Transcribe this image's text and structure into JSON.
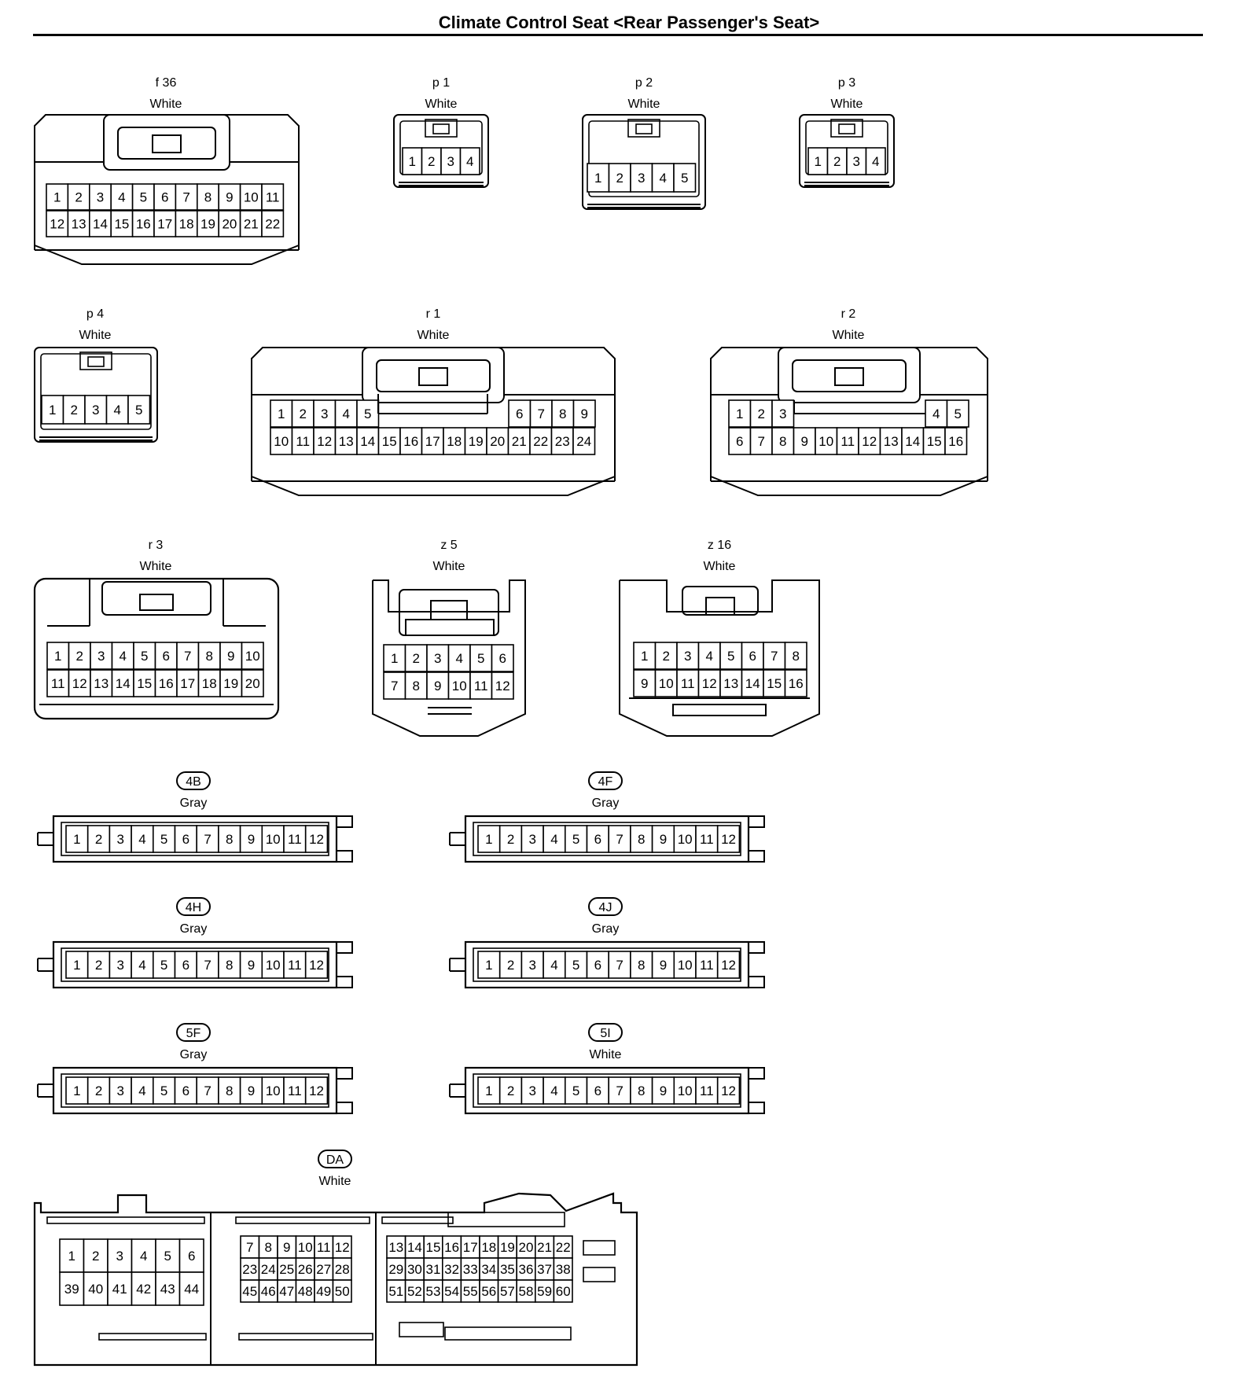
{
  "title": "Climate Control Seat <Rear Passenger's Seat>",
  "connectors": [
    {
      "id": "f36",
      "code": "f 36",
      "color": "White",
      "badge": false,
      "rows": [
        [
          "1",
          "2",
          "3",
          "4",
          "5",
          "6",
          "7",
          "8",
          "9",
          "10",
          "11"
        ],
        [
          "12",
          "13",
          "14",
          "15",
          "16",
          "17",
          "18",
          "19",
          "20",
          "21",
          "22"
        ]
      ]
    },
    {
      "id": "p1",
      "code": "p 1",
      "color": "White",
      "badge": false,
      "rows": [
        [
          "1",
          "2",
          "3",
          "4"
        ]
      ]
    },
    {
      "id": "p2",
      "code": "p 2",
      "color": "White",
      "badge": false,
      "rows": [
        [
          "1",
          "2",
          "3",
          "4",
          "5"
        ]
      ]
    },
    {
      "id": "p3",
      "code": "p 3",
      "color": "White",
      "badge": false,
      "rows": [
        [
          "1",
          "2",
          "3",
          "4"
        ]
      ]
    },
    {
      "id": "p4",
      "code": "p 4",
      "color": "White",
      "badge": false,
      "rows": [
        [
          "1",
          "2",
          "3",
          "4",
          "5"
        ]
      ]
    },
    {
      "id": "r1",
      "code": "r 1",
      "color": "White",
      "badge": false,
      "rows": [
        [
          "1",
          "2",
          "3",
          "4",
          "5",
          "6",
          "7",
          "8",
          "9"
        ],
        [
          "10",
          "11",
          "12",
          "13",
          "14",
          "15",
          "16",
          "17",
          "18",
          "19",
          "20",
          "21",
          "22",
          "23",
          "24"
        ]
      ]
    },
    {
      "id": "r2",
      "code": "r 2",
      "color": "White",
      "badge": false,
      "rows": [
        [
          "1",
          "2",
          "3",
          "4",
          "5"
        ],
        [
          "6",
          "7",
          "8",
          "9",
          "10",
          "11",
          "12",
          "13",
          "14",
          "15",
          "16"
        ]
      ]
    },
    {
      "id": "r3",
      "code": "r 3",
      "color": "White",
      "badge": false,
      "rows": [
        [
          "1",
          "2",
          "3",
          "4",
          "5",
          "6",
          "7",
          "8",
          "9",
          "10"
        ],
        [
          "11",
          "12",
          "13",
          "14",
          "15",
          "16",
          "17",
          "18",
          "19",
          "20"
        ]
      ]
    },
    {
      "id": "z5",
      "code": "z 5",
      "color": "White",
      "badge": false,
      "rows": [
        [
          "1",
          "2",
          "3",
          "4",
          "5",
          "6"
        ],
        [
          "7",
          "8",
          "9",
          "10",
          "11",
          "12"
        ]
      ]
    },
    {
      "id": "z16",
      "code": "z 16",
      "color": "White",
      "badge": false,
      "rows": [
        [
          "1",
          "2",
          "3",
          "4",
          "5",
          "6",
          "7",
          "8"
        ],
        [
          "9",
          "10",
          "11",
          "12",
          "13",
          "14",
          "15",
          "16"
        ]
      ]
    },
    {
      "id": "4B",
      "code": "4B",
      "color": "Gray",
      "badge": true,
      "rows": [
        [
          "1",
          "2",
          "3",
          "4",
          "5",
          "6",
          "7",
          "8",
          "9",
          "10",
          "11",
          "12"
        ]
      ]
    },
    {
      "id": "4F",
      "code": "4F",
      "color": "Gray",
      "badge": true,
      "rows": [
        [
          "1",
          "2",
          "3",
          "4",
          "5",
          "6",
          "7",
          "8",
          "9",
          "10",
          "11",
          "12"
        ]
      ]
    },
    {
      "id": "4H",
      "code": "4H",
      "color": "Gray",
      "badge": true,
      "rows": [
        [
          "1",
          "2",
          "3",
          "4",
          "5",
          "6",
          "7",
          "8",
          "9",
          "10",
          "11",
          "12"
        ]
      ]
    },
    {
      "id": "4J",
      "code": "4J",
      "color": "Gray",
      "badge": true,
      "rows": [
        [
          "1",
          "2",
          "3",
          "4",
          "5",
          "6",
          "7",
          "8",
          "9",
          "10",
          "11",
          "12"
        ]
      ]
    },
    {
      "id": "5F",
      "code": "5F",
      "color": "Gray",
      "badge": true,
      "rows": [
        [
          "1",
          "2",
          "3",
          "4",
          "5",
          "6",
          "7",
          "8",
          "9",
          "10",
          "11",
          "12"
        ]
      ]
    },
    {
      "id": "5I",
      "code": "5I",
      "color": "White",
      "badge": true,
      "rows": [
        [
          "1",
          "2",
          "3",
          "4",
          "5",
          "6",
          "7",
          "8",
          "9",
          "10",
          "11",
          "12"
        ]
      ]
    },
    {
      "id": "DA",
      "code": "DA",
      "color": "White",
      "badge": true,
      "groups": [
        {
          "rows": [
            [
              "1",
              "2",
              "3",
              "4",
              "5",
              "6"
            ],
            [
              "39",
              "40",
              "41",
              "42",
              "43",
              "44"
            ]
          ]
        },
        {
          "rows": [
            [
              "7",
              "8",
              "9",
              "10",
              "11",
              "12"
            ],
            [
              "23",
              "24",
              "25",
              "26",
              "27",
              "28"
            ],
            [
              "45",
              "46",
              "47",
              "48",
              "49",
              "50"
            ]
          ]
        },
        {
          "rows": [
            [
              "13",
              "14",
              "15",
              "16",
              "17",
              "18",
              "19",
              "20",
              "21",
              "22"
            ],
            [
              "29",
              "30",
              "31",
              "32",
              "33",
              "34",
              "35",
              "36",
              "37",
              "38"
            ],
            [
              "51",
              "52",
              "53",
              "54",
              "55",
              "56",
              "57",
              "58",
              "59",
              "60"
            ]
          ]
        }
      ]
    }
  ]
}
